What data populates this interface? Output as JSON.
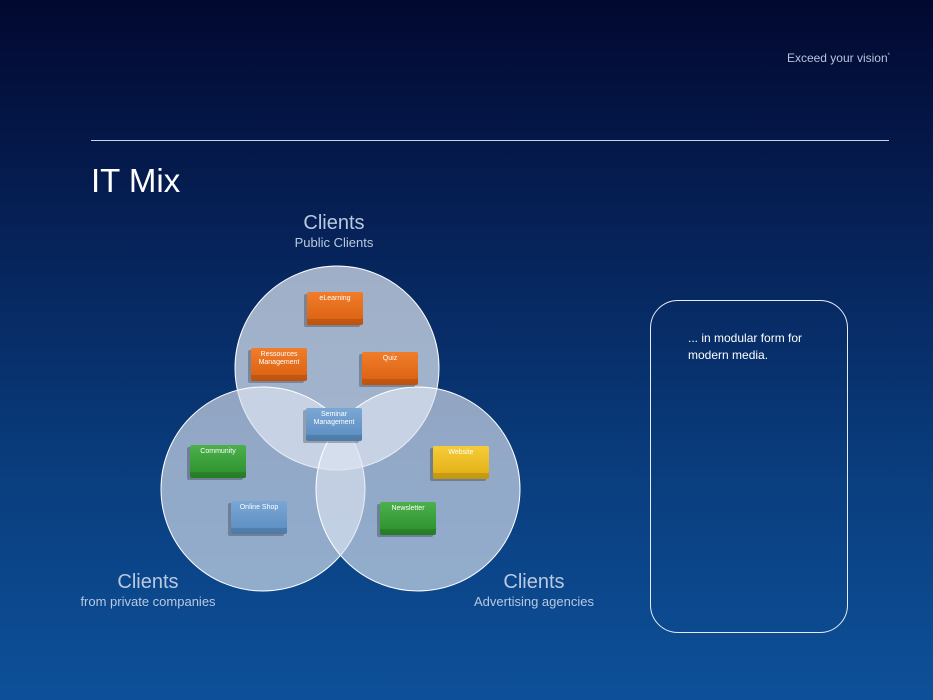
{
  "header": {
    "tagline": "Exceed your vision",
    "tagline_mark": "*"
  },
  "page": {
    "title": "IT Mix"
  },
  "groups": {
    "top": {
      "heading": "Clients",
      "sub": "Public Clients"
    },
    "left": {
      "heading": "Clients",
      "sub": "from private companies"
    },
    "right": {
      "heading": "Clients",
      "sub": "Advertising agencies"
    }
  },
  "modules": [
    {
      "label": "eLearning",
      "color": "#e8711f"
    },
    {
      "label": "Ressources Management",
      "color": "#e8711f"
    },
    {
      "label": "Quiz",
      "color": "#e8711f"
    },
    {
      "label": "Seminar Management",
      "color": "#6b9acb"
    },
    {
      "label": "Community",
      "color": "#3ea03e"
    },
    {
      "label": "Online Shop",
      "color": "#6b9acb"
    },
    {
      "label": "Website",
      "color": "#f0c020"
    },
    {
      "label": "Newsletter",
      "color": "#3ea03e"
    }
  ],
  "note": {
    "text": "... in modular form for modern media."
  }
}
